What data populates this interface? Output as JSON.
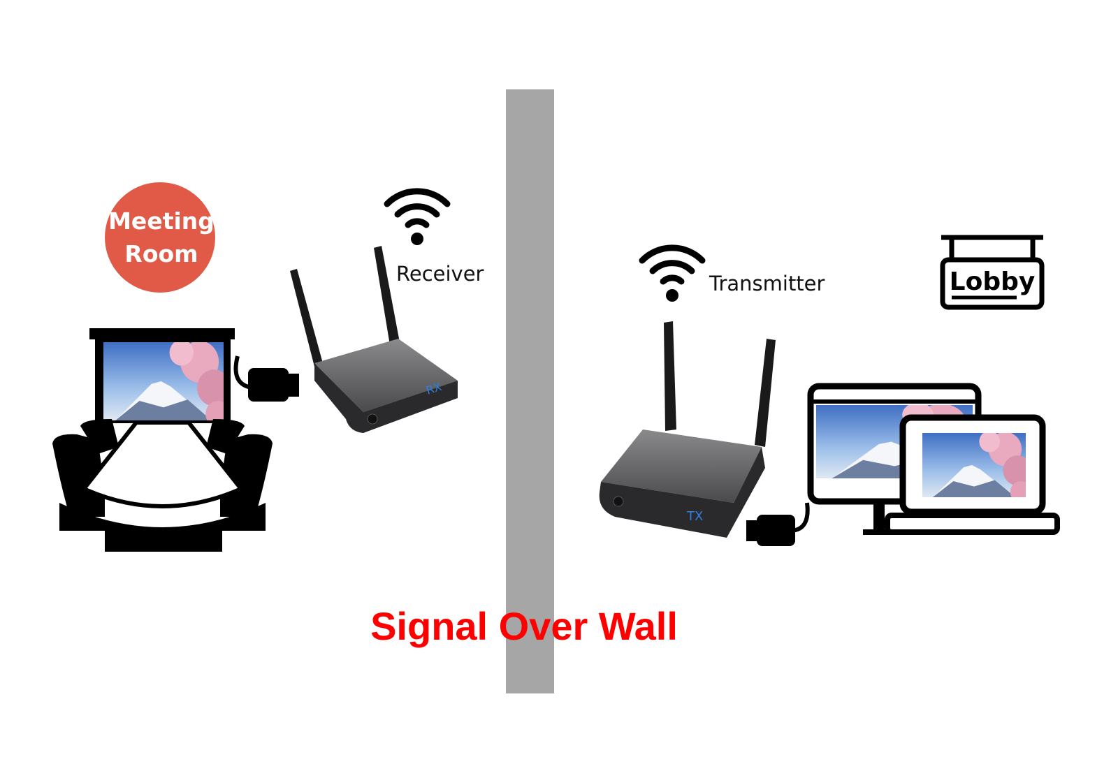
{
  "title": "Signal Over Wall",
  "meeting_room": {
    "line1": "Meeting",
    "line2": "Room"
  },
  "receiver": {
    "label": "Receiver",
    "badge": "RX"
  },
  "transmitter": {
    "label": "Transmitter",
    "badge": "TX"
  },
  "lobby": {
    "label": "Lobby"
  },
  "colors": {
    "wall": "#a6a6a6",
    "title": "#ff0000",
    "room_circle": "#e05a47",
    "device_led": "#2f7fe0"
  }
}
